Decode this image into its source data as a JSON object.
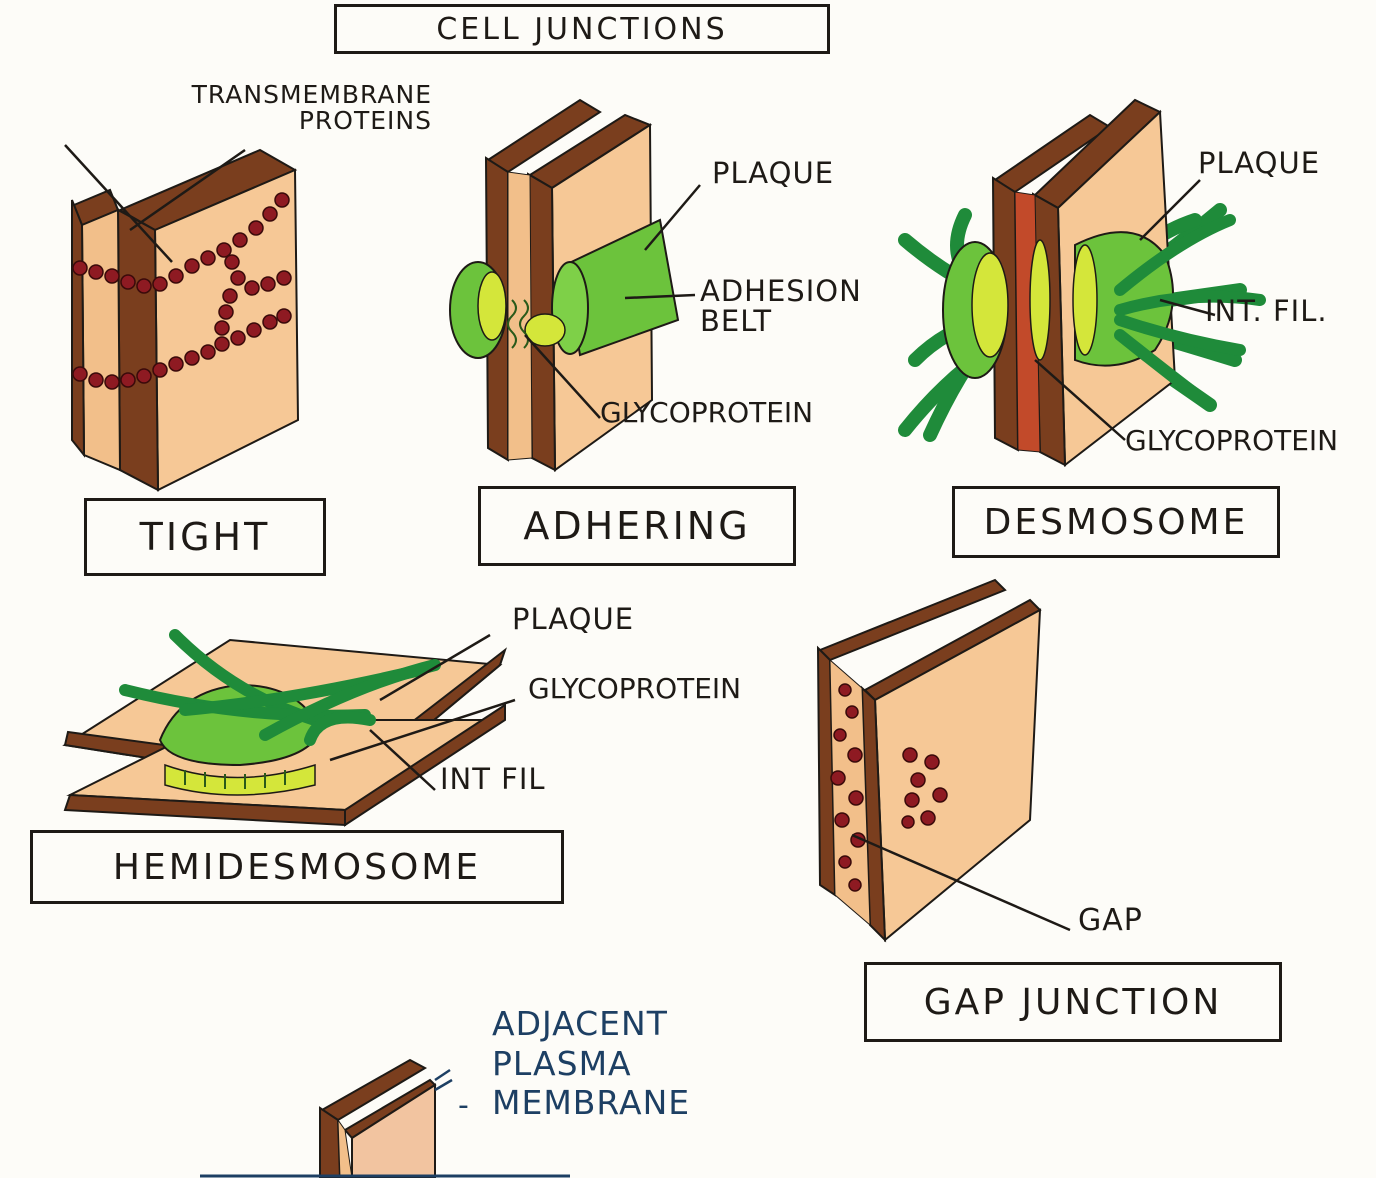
{
  "title": "CELL JUNCTIONS",
  "tight": {
    "caption": "TIGHT",
    "label_transmembrane": "TRANSMEMBRANE\nPROTEINS"
  },
  "adhering": {
    "caption": "ADHERING",
    "label_plaque": "PLAQUE",
    "label_adhesion_belt": "ADHESION\nBELT",
    "label_glycoprotein": "GLYCOPROTEIN"
  },
  "desmosome": {
    "caption": "DESMOSOME",
    "label_plaque": "PLAQUE",
    "label_int_fil": "INT. FIL.",
    "label_glycoprotein": "GLYCOPROTEIN"
  },
  "hemidesmosome": {
    "caption": "HEMIDESMOSOME",
    "label_plaque": "PLAQUE",
    "label_glycoprotein": "GLYCOPROTEIN",
    "label_int_fil": "INT FIL"
  },
  "gap": {
    "caption": "GAP JUNCTION",
    "label_gap": "GAP"
  },
  "legend": {
    "label": "ADJACENT\nPLASMA\nMEMBRANE",
    "dash": "-"
  },
  "colors": {
    "membrane": "#7a3e1e",
    "cytoplasm": "#f6c896",
    "protein": "#8e1a22",
    "plaque": "#6cc33c",
    "glyco": "#c9dc2a",
    "filament": "#1f8b3a",
    "ink": "#1e1a16",
    "legend_ink": "#1d3f63"
  }
}
